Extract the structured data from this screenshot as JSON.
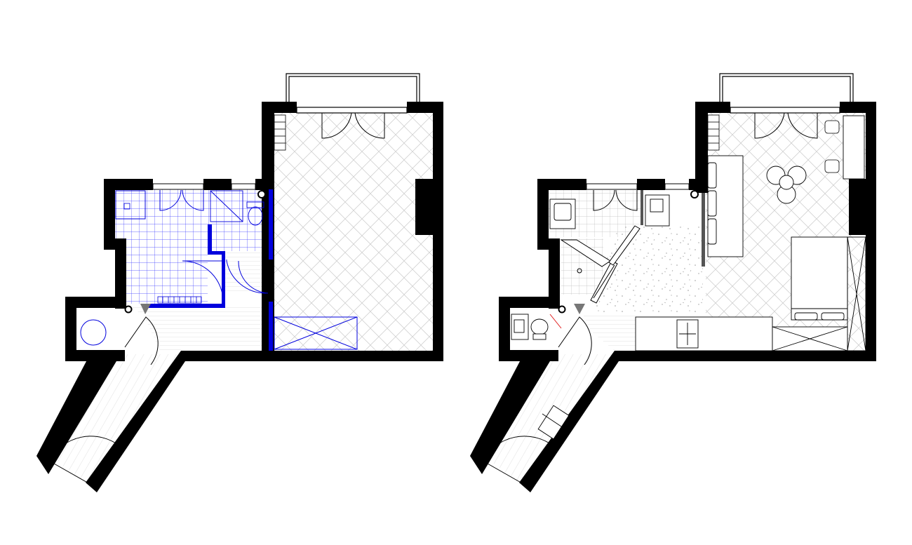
{
  "drawing": {
    "kind": "architectural floor plan",
    "panels": [
      {
        "id": "existing",
        "caption": ""
      },
      {
        "id": "proposed",
        "caption": ""
      }
    ],
    "colors": {
      "wall": "#000000",
      "demolition": "#0000dd",
      "tile_line": "#2b2bff",
      "hatch": "#c8c8c8",
      "background": "#ffffff",
      "accent_red": "#e01b1b"
    },
    "legend_note": "",
    "furniture_icons": [
      "door-swing",
      "sink",
      "toilet",
      "shower",
      "bed",
      "table",
      "chair",
      "cooktop",
      "balcony"
    ]
  }
}
